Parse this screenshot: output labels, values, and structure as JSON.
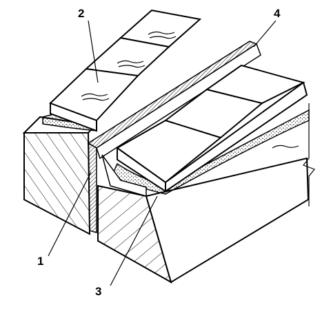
{
  "figure": {
    "callouts": {
      "one": "1",
      "two": "2",
      "three": "3",
      "four": "4"
    }
  },
  "colors": {
    "ink": "#000000",
    "paper": "#ffffff",
    "mortar": "#b8b8b8"
  }
}
